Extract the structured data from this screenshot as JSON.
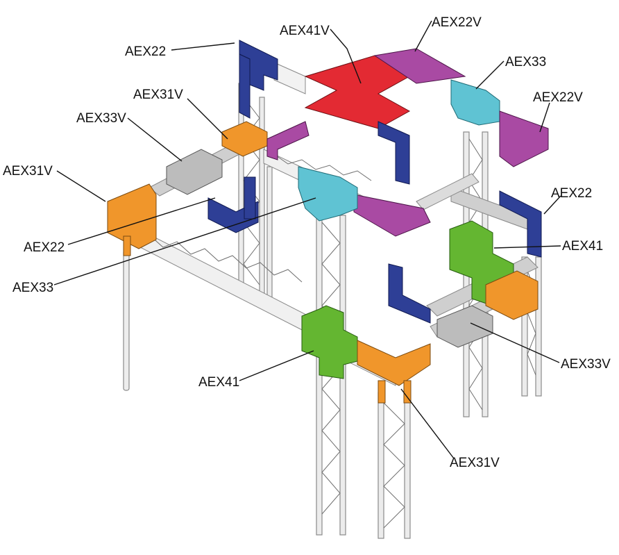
{
  "colors": {
    "AEX22": "#2e3f96",
    "AEX22V": "#a94aa3",
    "AEX31V": "#f0962b",
    "AEX33": "#5fc3d3",
    "AEX33V": "#bcbcbc",
    "AEX41": "#64b631",
    "AEX41V": "#e32a33",
    "truss": "#e8e8e8"
  },
  "labels": [
    {
      "id": "aex22-top",
      "text": "AEX22"
    },
    {
      "id": "aex41v-top",
      "text": "AEX41V"
    },
    {
      "id": "aex22v-top",
      "text": "AEX22V"
    },
    {
      "id": "aex33-top",
      "text": "AEX33"
    },
    {
      "id": "aex31v-upper",
      "text": "AEX31V"
    },
    {
      "id": "aex33v-left",
      "text": "AEX33V"
    },
    {
      "id": "aex22v-right",
      "text": "AEX22V"
    },
    {
      "id": "aex31v-left",
      "text": "AEX31V"
    },
    {
      "id": "aex22-right",
      "text": "AEX22"
    },
    {
      "id": "aex41-right",
      "text": "AEX41"
    },
    {
      "id": "aex22-left",
      "text": "AEX22"
    },
    {
      "id": "aex33-left",
      "text": "AEX33"
    },
    {
      "id": "aex33v-right",
      "text": "AEX33V"
    },
    {
      "id": "aex41-left",
      "text": "AEX41"
    },
    {
      "id": "aex31v-bottom",
      "text": "AEX31V"
    }
  ]
}
